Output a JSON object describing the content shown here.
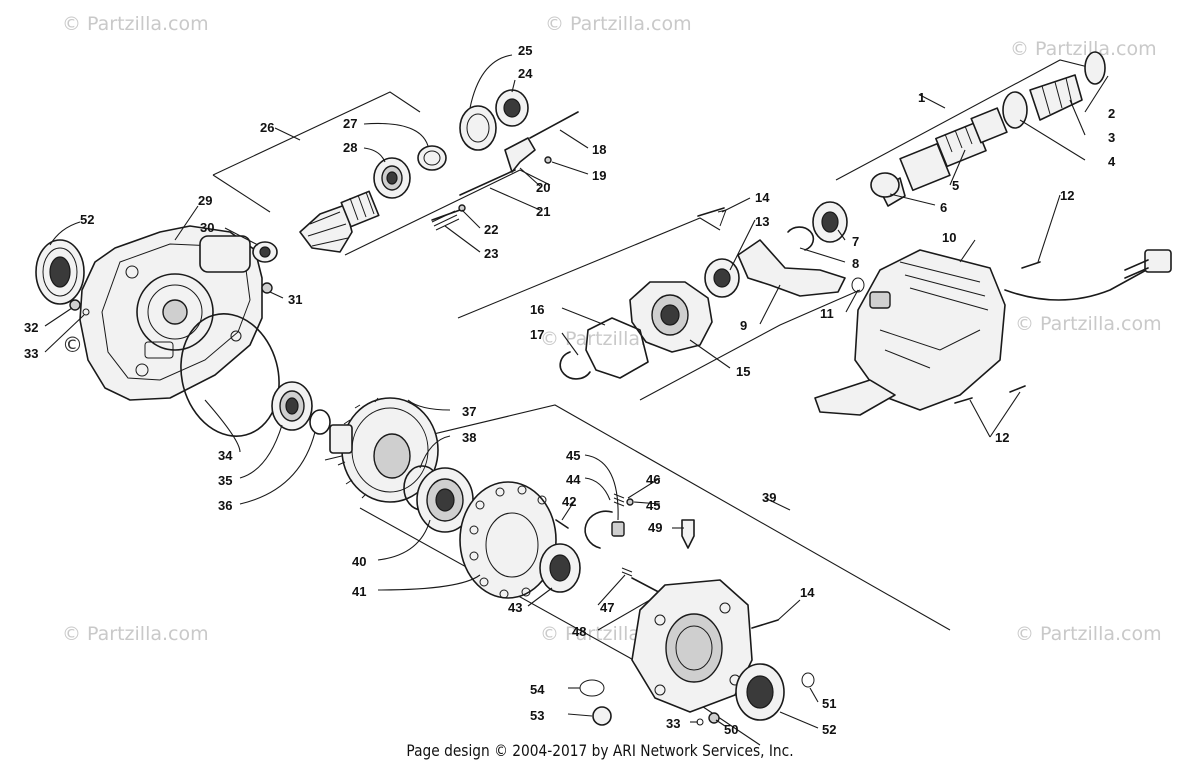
{
  "watermarks": {
    "text": "© Partzilla.com",
    "positions_count": 9
  },
  "callouts": {
    "c1": "1",
    "c2": "2",
    "c3": "3",
    "c4": "4",
    "c5": "5",
    "c6": "6",
    "c7": "7",
    "c8": "8",
    "c9": "9",
    "c10": "10",
    "c11": "11",
    "c12a": "12",
    "c12b": "12",
    "c13": "13",
    "c14a": "14",
    "c14b": "14",
    "c15": "15",
    "c16": "16",
    "c17": "17",
    "c18": "18",
    "c19": "19",
    "c20": "20",
    "c21": "21",
    "c22": "22",
    "c23": "23",
    "c24": "24",
    "c25": "25",
    "c26": "26",
    "c27": "27",
    "c28": "28",
    "c29": "29",
    "c30": "30",
    "c31": "31",
    "c32": "32",
    "c33a": "33",
    "c33b": "33",
    "c34": "34",
    "c35": "35",
    "c36": "36",
    "c37": "37",
    "c38": "38",
    "c39": "39",
    "c40": "40",
    "c41": "41",
    "c42": "42",
    "c43": "43",
    "c44": "44",
    "c45a": "45",
    "c45b": "45",
    "c46": "46",
    "c47": "47",
    "c48": "48",
    "c49": "49",
    "c50": "50",
    "c51": "51",
    "c52a": "52",
    "c52b": "52",
    "c53": "53",
    "c54": "54"
  },
  "footer": "Page design © 2004-2017 by ARI Network Services, Inc."
}
